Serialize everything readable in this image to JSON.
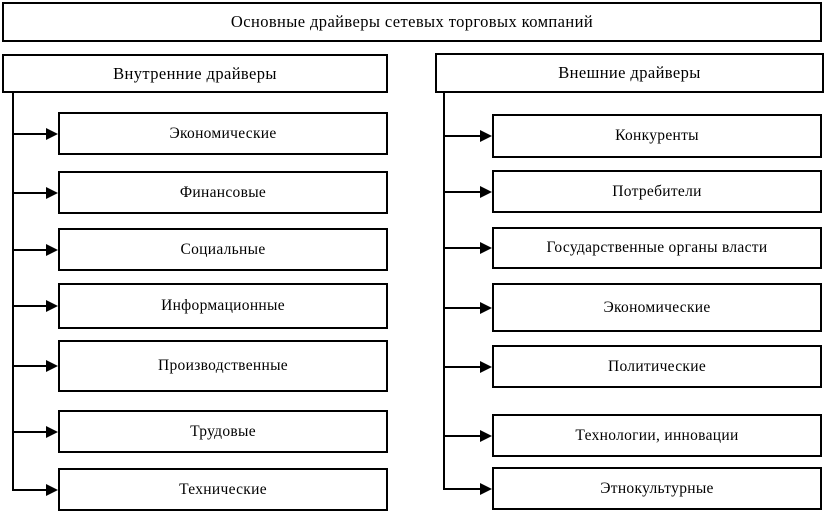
{
  "diagram": {
    "title": "Основные драйверы сетевых торговых компаний",
    "columns": [
      {
        "id": "internal",
        "header": "Внутренние драйверы",
        "items": [
          "Экономические",
          "Финансовые",
          "Социальные",
          "Информационные",
          "Производственные",
          "Трудовые",
          "Технические"
        ]
      },
      {
        "id": "external",
        "header": "Внешние драйверы",
        "items": [
          "Конкуренты",
          "Потребители",
          "Государственные органы власти",
          "Экономические",
          "Политические",
          "Технологии, инновации",
          "Этнокультурные"
        ]
      }
    ],
    "colors": {
      "border": "#000000",
      "background": "#ffffff",
      "text": "#000000"
    }
  }
}
